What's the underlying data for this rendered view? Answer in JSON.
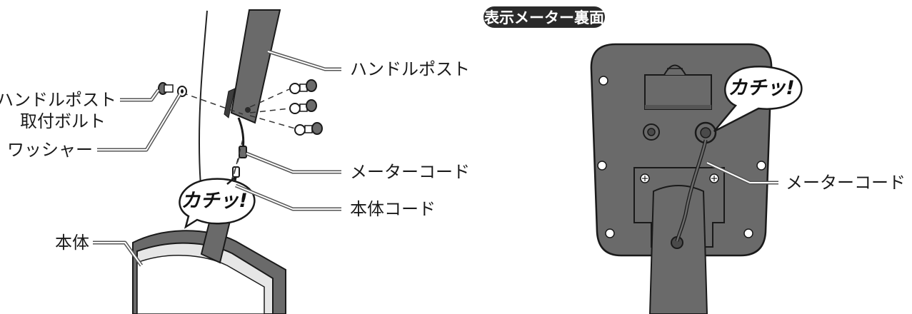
{
  "left_panel": {
    "labels": {
      "handle_post": "ハンドルポスト",
      "bolt_line1": "ハンドルポスト",
      "bolt_line2": "取付ボルト",
      "washer": "ワッシャー",
      "meter_cord": "メーターコード",
      "body_cord": "本体コード",
      "body": "本体"
    },
    "click_bubble": "カチッ!"
  },
  "right_panel": {
    "title": "表示メーター裏面",
    "click_bubble": "カチッ!",
    "labels": {
      "meter_cord": "メーターコード"
    }
  },
  "colors": {
    "part_dark": "#6a6a6a",
    "outline": "#1a1a1a",
    "badge": "#2a2a2a"
  }
}
